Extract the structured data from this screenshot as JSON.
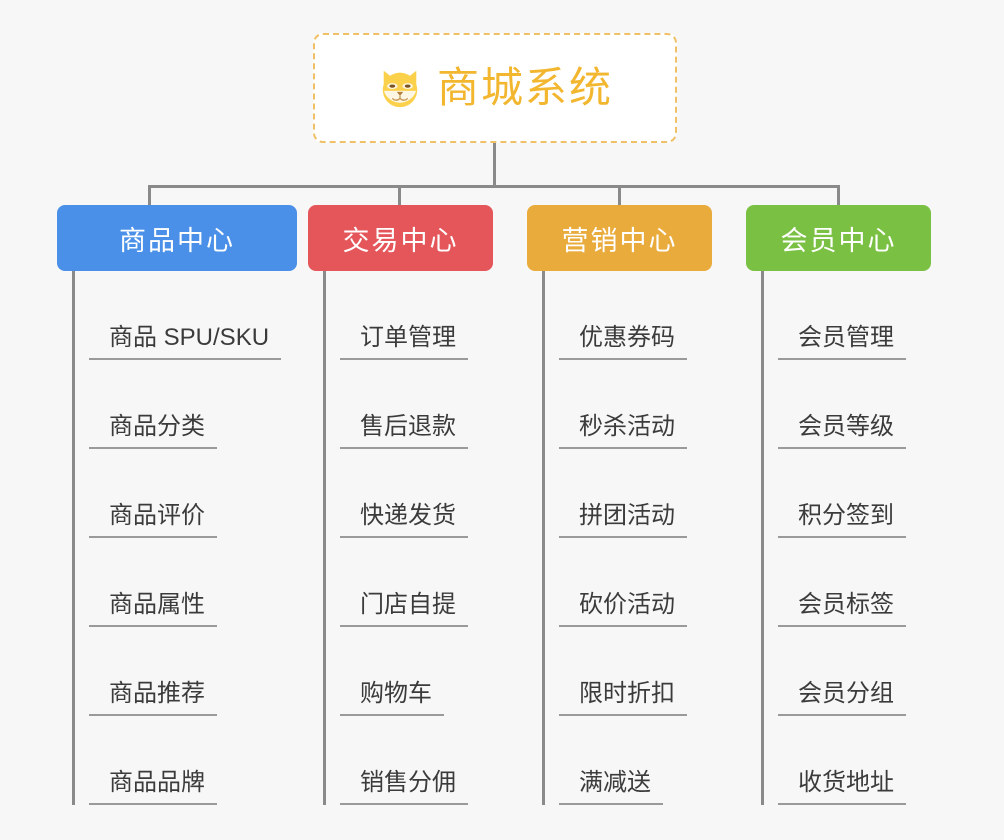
{
  "page": {
    "background_color": "#f7f7f7",
    "type": "mindmap"
  },
  "root": {
    "title": "商城系统",
    "icon": "shiba-dog-icon",
    "text_color": "#f2b62f",
    "border_color": "#f0c067",
    "background_color": "#ffffff"
  },
  "connector_color": "#8a8a8a",
  "branches": [
    {
      "label": "商品中心",
      "color": "#4a90e8",
      "items": [
        {
          "label": "商品 SPU/SKU"
        },
        {
          "label": "商品分类"
        },
        {
          "label": "商品评价"
        },
        {
          "label": "商品属性"
        },
        {
          "label": "商品推荐"
        },
        {
          "label": "商品品牌"
        }
      ]
    },
    {
      "label": "交易中心",
      "color": "#e5565a",
      "items": [
        {
          "label": "订单管理"
        },
        {
          "label": "售后退款"
        },
        {
          "label": "快递发货"
        },
        {
          "label": "门店自提"
        },
        {
          "label": "购物车"
        },
        {
          "label": "销售分佣"
        }
      ]
    },
    {
      "label": "营销中心",
      "color": "#eaab3d",
      "items": [
        {
          "label": "优惠券码"
        },
        {
          "label": "秒杀活动"
        },
        {
          "label": "拼团活动"
        },
        {
          "label": "砍价活动"
        },
        {
          "label": "限时折扣"
        },
        {
          "label": "满减送"
        }
      ]
    },
    {
      "label": "会员中心",
      "color": "#77c council"
    }
  ]
}
